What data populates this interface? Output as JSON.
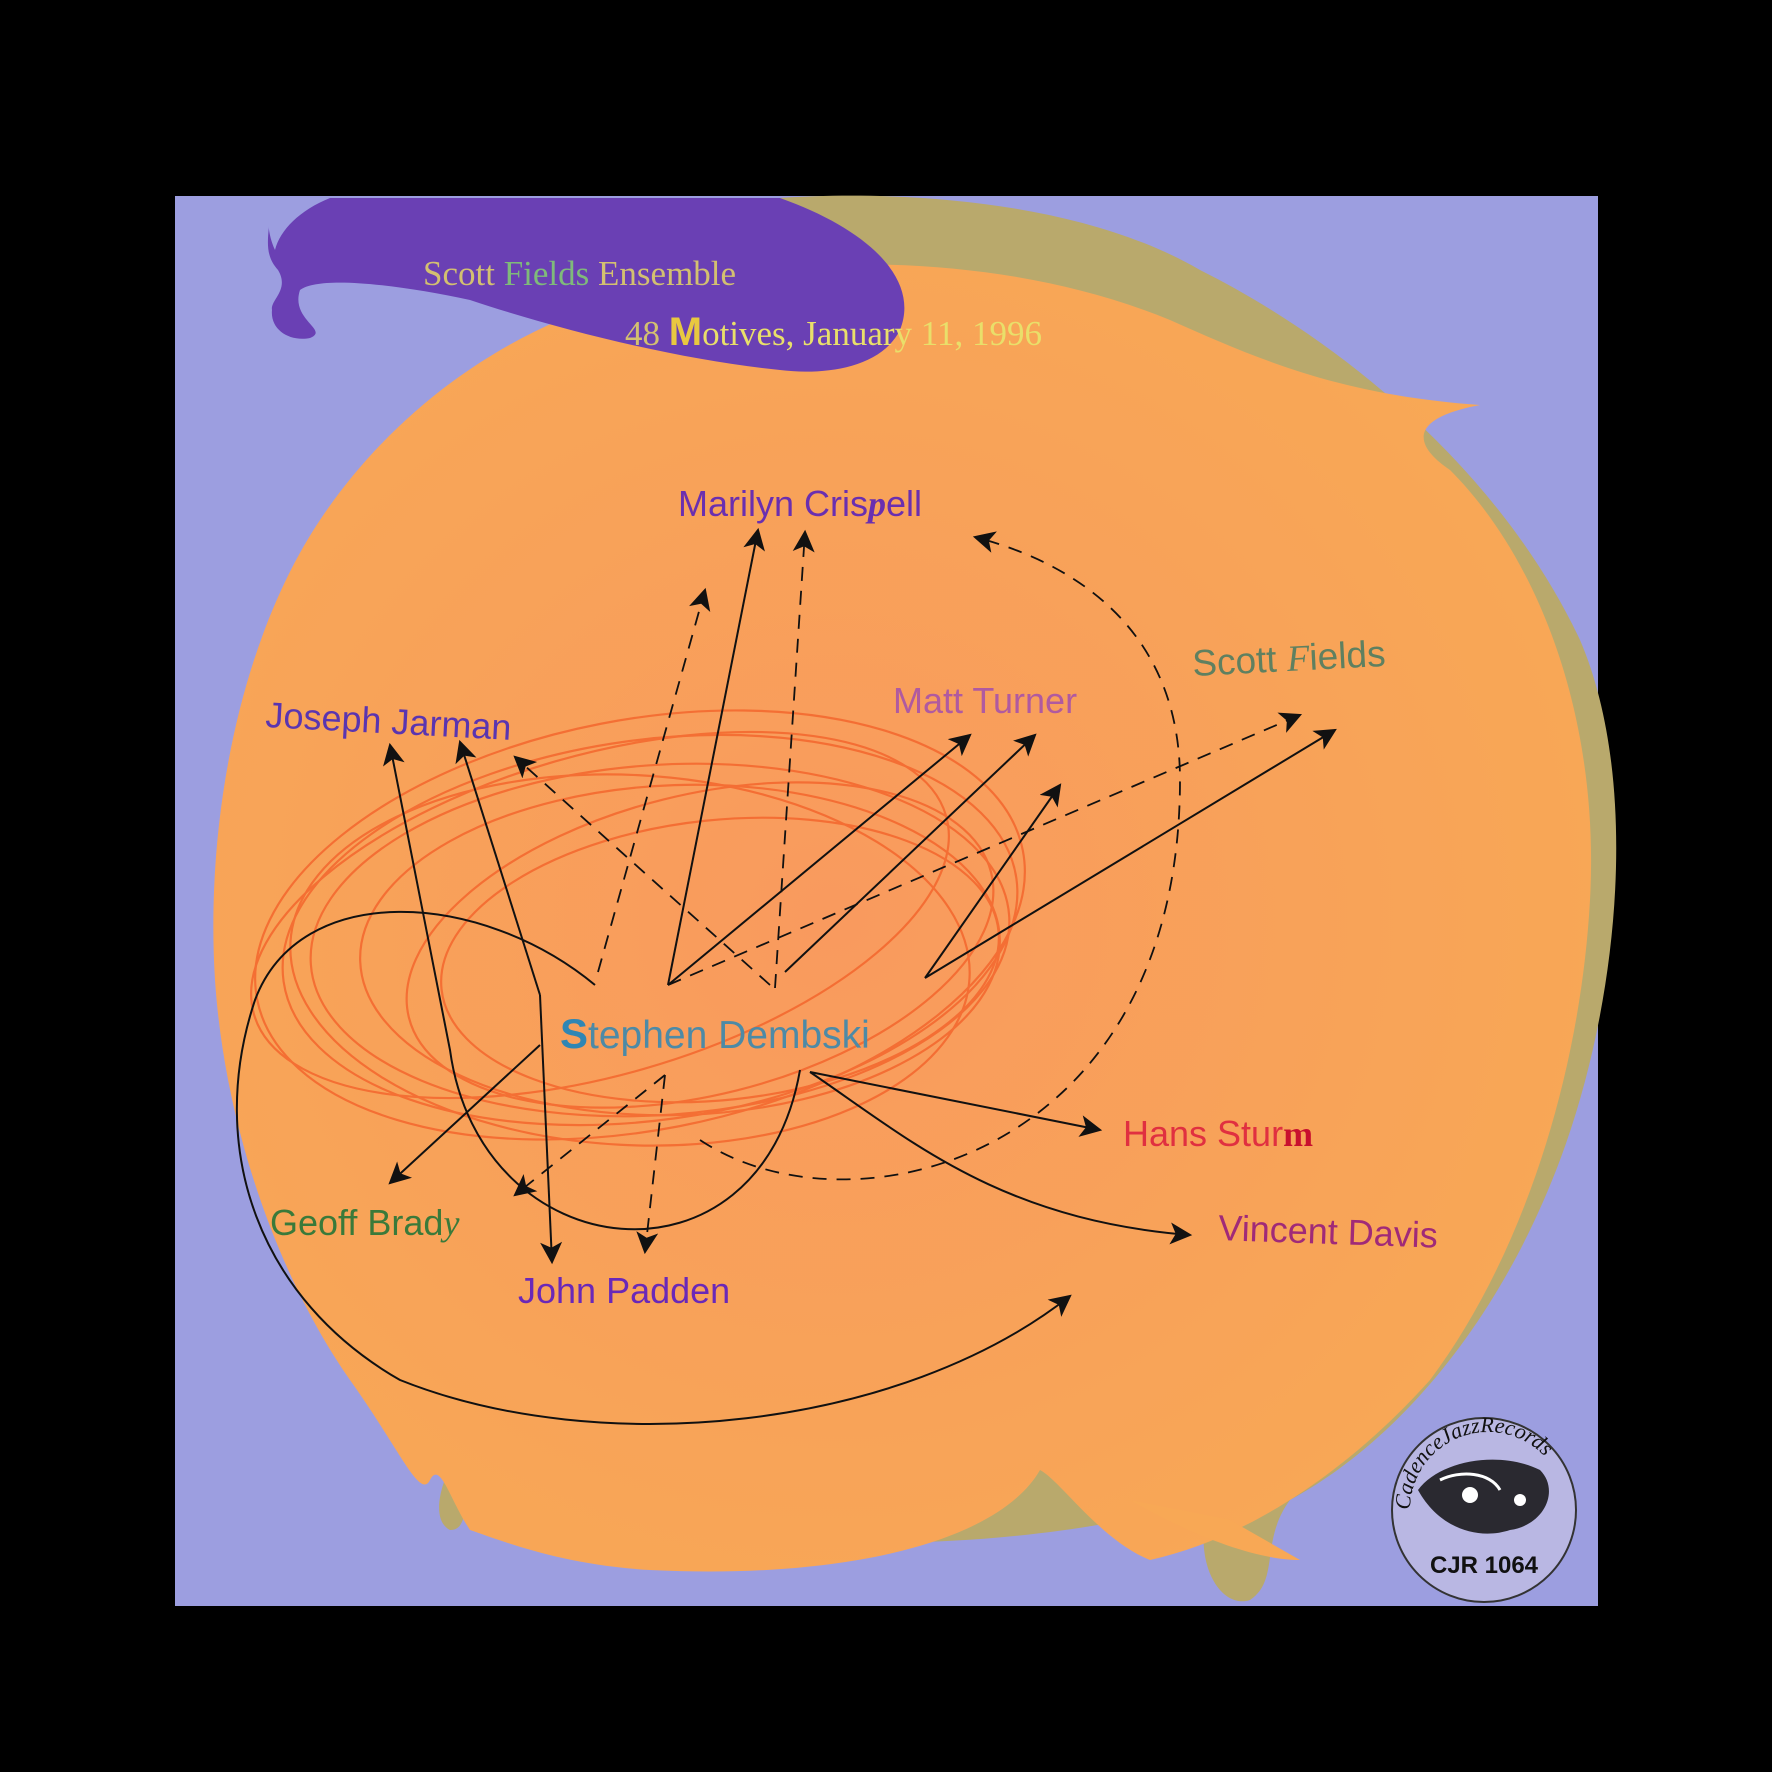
{
  "title": {
    "line1_a": "Scott ",
    "line1_b": "Fields",
    "line1_c": " Ensemble",
    "line2_a": "48 ",
    "line2_b": "M",
    "line2_c": "otives, January 11, 1996"
  },
  "musicians": {
    "center_initial": "S",
    "center_rest": "tephen Dembski",
    "crispell_a": "Marilyn Cris",
    "crispell_b": "p",
    "crispell_c": "ell",
    "jarman": "Joseph Jarman",
    "turner": "Matt Turner",
    "fields_a": "Scott ",
    "fields_b": "F",
    "fields_c": "ields",
    "sturm_a": "Hans Stur",
    "sturm_b": "m",
    "davis_a": "V",
    "davis_b": "incent Davis",
    "brady_a": "Geoff Brad",
    "brady_b": "y",
    "padden_a": "John",
    "padden_b": " Padden"
  },
  "label": {
    "brand": "CadenceJazzRecords",
    "catalog": "CJR 1064"
  },
  "colors": {
    "background": "#000000",
    "sky": "#9c9ee0",
    "orange": "#f7a25a",
    "olive": "#b9a96c",
    "blob": "#6a40b4",
    "scribble": "#f46a30"
  }
}
